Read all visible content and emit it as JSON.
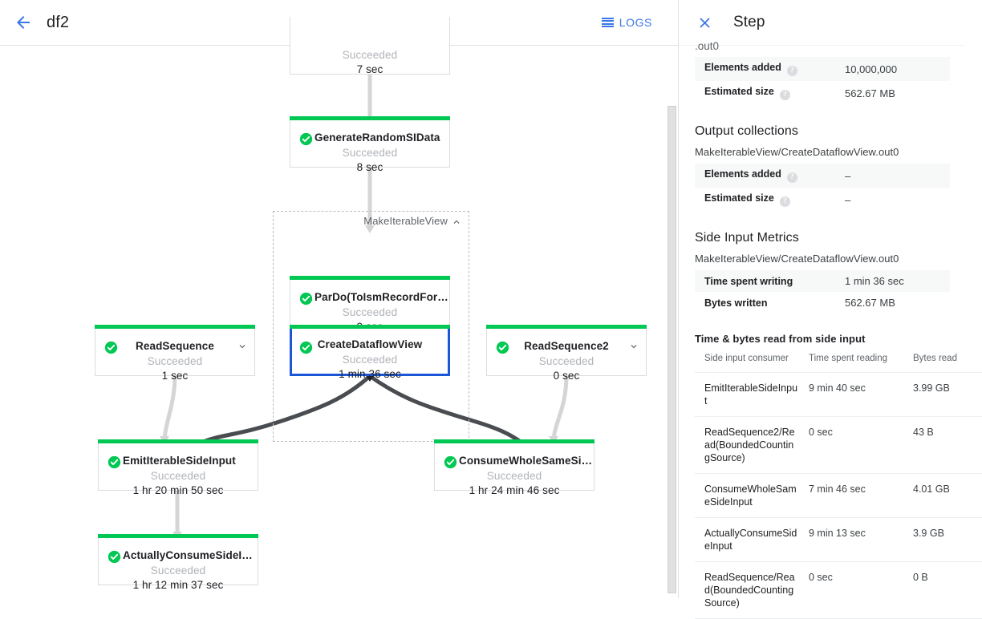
{
  "topbar": {
    "back_icon": "arrow-left-icon",
    "job_name": "df2",
    "logs_label": "LOGS",
    "logs_icon": "logs-list-icon",
    "accent_color": "#3a76e8"
  },
  "graph": {
    "status_succeeded": "Succeeded",
    "group": {
      "label": "MakeIterableView",
      "chevron": "chevron-up-icon"
    },
    "nodes": [
      {
        "id": "clipped-top",
        "name": "",
        "status": "Succeeded",
        "duration": "7 sec",
        "clipped": true
      },
      {
        "id": "generate-random-si-data",
        "name": "GenerateRandomSIData",
        "status": "Succeeded",
        "duration": "8 sec",
        "chevron": false,
        "selected": false
      },
      {
        "id": "pardo-to-ism-record-for",
        "name": "ParDo(ToIsmRecordFor…",
        "status": "Succeeded",
        "duration": "9 sec",
        "chevron": false,
        "selected": false
      },
      {
        "id": "create-dataflow-view",
        "name": "CreateDataflowView",
        "status": "Succeeded",
        "duration": "1 min 36 sec",
        "chevron": false,
        "selected": true
      },
      {
        "id": "read-sequence",
        "name": "ReadSequence",
        "status": "Succeeded",
        "duration": "1 sec",
        "chevron": true,
        "selected": false
      },
      {
        "id": "read-sequence2",
        "name": "ReadSequence2",
        "status": "Succeeded",
        "duration": "0 sec",
        "chevron": true,
        "selected": false
      },
      {
        "id": "emit-iterable-side-input",
        "name": "EmitIterableSideInput",
        "status": "Succeeded",
        "duration": "1 hr 20 min 50 sec",
        "chevron": false,
        "selected": false
      },
      {
        "id": "consume-whole-same-side-input",
        "name": "ConsumeWholeSameSi…",
        "status": "Succeeded",
        "duration": "1 hr 24 min 46 sec",
        "chevron": false,
        "selected": false
      },
      {
        "id": "actually-consume-side-input",
        "name": "ActuallyConsumeSideI…",
        "status": "Succeeded",
        "duration": "1 hr 12 min 37 sec",
        "chevron": false,
        "selected": false
      }
    ],
    "node_bar_color": "#00c853",
    "selected_border_color": "#1a56d6"
  },
  "panel": {
    "close_icon": "close-icon",
    "title": "Step",
    "clipped_text": ".out0",
    "input_metrics": [
      {
        "label": "Elements added",
        "value": "10,000,000",
        "help": true
      },
      {
        "label": "Estimated size",
        "value": "562.67 MB",
        "help": true
      }
    ],
    "output_collections": {
      "heading": "Output collections",
      "collection": "MakeIterableView/CreateDataflowView.out0",
      "metrics": [
        {
          "label": "Elements added",
          "value": "–",
          "help": true
        },
        {
          "label": "Estimated size",
          "value": "–",
          "help": true
        }
      ]
    },
    "side_input_metrics": {
      "heading": "Side Input Metrics",
      "collection": "MakeIterableView/CreateDataflowView.out0",
      "metrics": [
        {
          "label": "Time spent writing",
          "value": "1 min 36 sec",
          "help": false
        },
        {
          "label": "Bytes written",
          "value": "562.67 MB",
          "help": false
        }
      ]
    },
    "side_input_table": {
      "heading": "Time & bytes read from side input",
      "columns": [
        "Side input consumer",
        "Time spent reading",
        "Bytes read"
      ],
      "rows": [
        [
          "EmitIterableSideInput",
          "9 min 40 sec",
          "3.99 GB"
        ],
        [
          "ReadSequence2/Read(BoundedCountingSource)",
          "0 sec",
          "43 B"
        ],
        [
          "ConsumeWholeSameSideInput",
          "7 min 46 sec",
          "4.01 GB"
        ],
        [
          "ActuallyConsumeSideInput",
          "9 min 13 sec",
          "3.9 GB"
        ],
        [
          "ReadSequence/Read(BoundedCountingSource)",
          "0 sec",
          "0 B"
        ]
      ]
    }
  }
}
